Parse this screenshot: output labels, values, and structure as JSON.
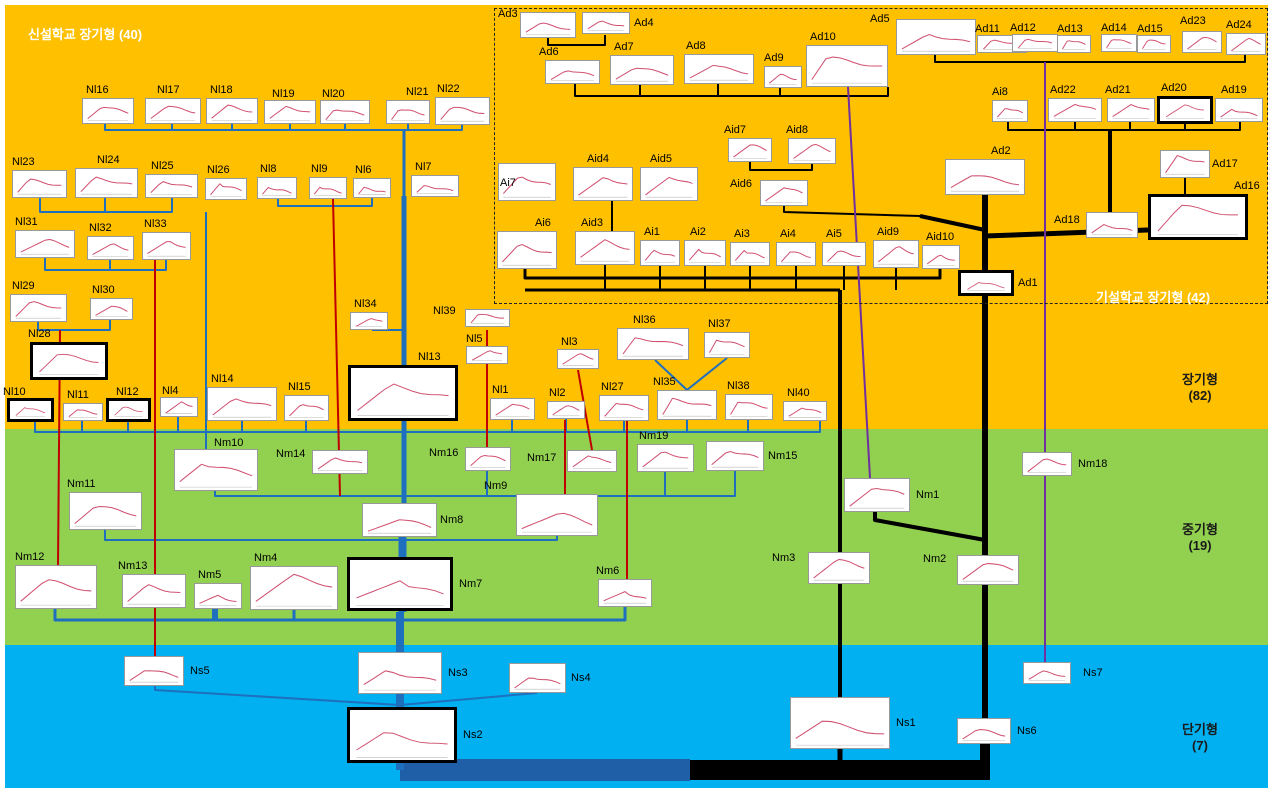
{
  "titles": {
    "new_school": "신설학교 장기형 (40)",
    "existing_school": "기설학교 장기형 (42)"
  },
  "sections": {
    "long": {
      "name": "장기형",
      "count": "(82)"
    },
    "mid": {
      "name": "중기형",
      "count": "(19)"
    },
    "short": {
      "name": "단기형",
      "count": "(7)"
    }
  },
  "colors": {
    "long": "#FFC000",
    "mid": "#92D050",
    "short": "#00B0F0",
    "edge_blue": "#1F6FBF",
    "edge_red": "#C00000",
    "edge_purple": "#7030A0",
    "edge_black": "#000000",
    "curve": "#D05070"
  },
  "nodes": [
    "Nl16",
    "Nl17",
    "Nl18",
    "Nl19",
    "Nl20",
    "Nl21",
    "Nl22",
    "Nl23",
    "Nl24",
    "Nl25",
    "Nl26",
    "Nl8",
    "Nl9",
    "Nl6",
    "Nl7",
    "Nl31",
    "Nl32",
    "Nl33",
    "Nl29",
    "Nl30",
    "Nl34",
    "Nl28",
    "Nl39",
    "Nl5",
    "Nl3",
    "Nl36",
    "Nl37",
    "Nl13",
    "Nl10",
    "Nl11",
    "Nl12",
    "Nl4",
    "Nl14",
    "Nl15",
    "Nl1",
    "Nl2",
    "Nl27",
    "Nl35",
    "Nl38",
    "Nl40",
    "Nm10",
    "Nm14",
    "Nm16",
    "Nm17",
    "Nm19",
    "Nm15",
    "Nm11",
    "Nm8",
    "Nm9",
    "Nm12",
    "Nm13",
    "Nm5",
    "Nm4",
    "Nm7",
    "Nm6",
    "Ns5",
    "Ns3",
    "Ns4",
    "Ns2",
    "Ad3",
    "Ad4",
    "Ad5",
    "Ad6",
    "Ad7",
    "Ad8",
    "Ad9",
    "Ad10",
    "Ad11",
    "Ad12",
    "Ad13",
    "Ad14",
    "Ad15",
    "Ad23",
    "Ad24",
    "Ai8",
    "Ad22",
    "Ad21",
    "Ad20",
    "Ad19",
    "Aid7",
    "Aid8",
    "Ad2",
    "Ai7",
    "Aid4",
    "Aid5",
    "Aid6",
    "Ad17",
    "Ad16",
    "Ai6",
    "Aid3",
    "Ai1",
    "Ai2",
    "Ai3",
    "Ai4",
    "Ai5",
    "Aid9",
    "Aid10",
    "Ad18",
    "Ad1",
    "Nm1",
    "Nm18",
    "Nm3",
    "Nm2",
    "Ns7",
    "Ns1",
    "Ns6"
  ]
}
